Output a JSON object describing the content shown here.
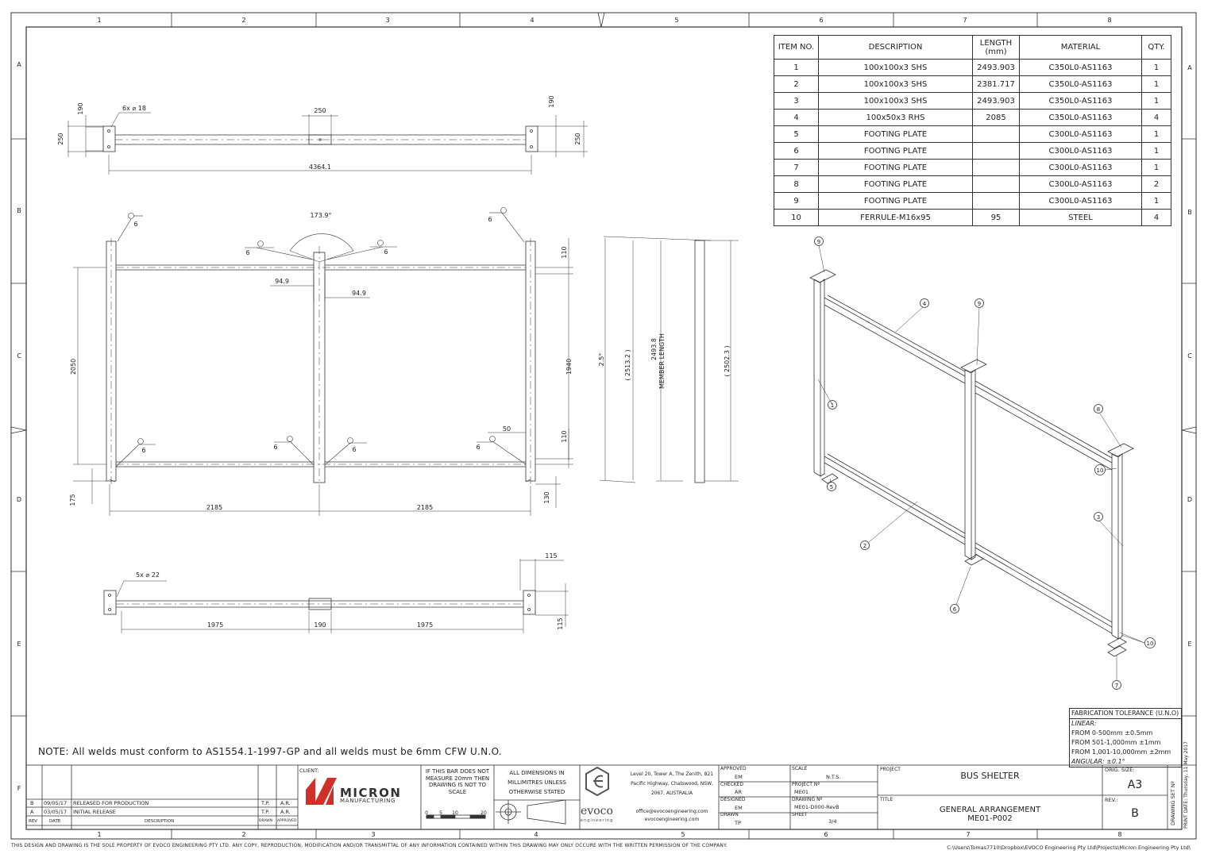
{
  "grid": {
    "cols": [
      "1",
      "2",
      "3",
      "4",
      "5",
      "6",
      "7",
      "8"
    ],
    "rows": [
      "A",
      "B",
      "C",
      "D",
      "E",
      "F"
    ]
  },
  "bom": {
    "headers": [
      "ITEM NO.",
      "DESCRIPTION",
      "LENGTH (mm)",
      "MATERIAL",
      "QTY."
    ],
    "rows": [
      [
        "1",
        "100x100x3 SHS",
        "2493.903",
        "C350L0-AS1163",
        "1"
      ],
      [
        "2",
        "100x100x3 SHS",
        "2381.717",
        "C350L0-AS1163",
        "1"
      ],
      [
        "3",
        "100x100x3 SHS",
        "2493.903",
        "C350L0-AS1163",
        "1"
      ],
      [
        "4",
        "100x50x3 RHS",
        "2085",
        "C350L0-AS1163",
        "4"
      ],
      [
        "5",
        "FOOTING PLATE",
        "",
        "C300L0-AS1163",
        "1"
      ],
      [
        "6",
        "FOOTING PLATE",
        "",
        "C300L0-AS1163",
        "1"
      ],
      [
        "7",
        "FOOTING PLATE",
        "",
        "C300L0-AS1163",
        "1"
      ],
      [
        "8",
        "FOOTING PLATE",
        "",
        "C300L0-AS1163",
        "2"
      ],
      [
        "9",
        "FOOTING PLATE",
        "",
        "C300L0-AS1163",
        "1"
      ],
      [
        "10",
        "FERRULE-M16x95",
        "95",
        "STEEL",
        "4"
      ]
    ]
  },
  "dims": {
    "top_hole_note": "6x ⌀ 18",
    "top_250a": "250",
    "top_190a": "190",
    "top_250b": "250",
    "top_190b": "190",
    "top_250c": "250",
    "top_len": "4364.1",
    "angle": "173.9°",
    "weld": "6",
    "d949a": "94.9",
    "d949b": "94.9",
    "h2050": "2050",
    "h1940": "1940",
    "h110a": "110",
    "h110b": "110",
    "d50": "50",
    "h175": "175",
    "h130": "130",
    "w2185a": "2185",
    "w2185b": "2185",
    "side_angle": "2.5°",
    "side_2513": "( 2513.2 )",
    "side_member": "2493.8",
    "side_member_label": "MEMBER LENGTH",
    "side_2502": "( 2502.3 )",
    "bot_hole_note": "5x ⌀ 22",
    "bot_115a": "115",
    "bot_115b": "115",
    "bot_1975a": "1975",
    "bot_190": "190",
    "bot_1975b": "1975"
  },
  "balloons": [
    "9",
    "4",
    "9",
    "1",
    "8",
    "10",
    "5",
    "3",
    "2",
    "6",
    "10",
    "7"
  ],
  "note": "NOTE: All welds must conform to AS1554.1-1997-GP and all welds must be 6mm CFW U.N.O.",
  "tolerance": {
    "title": "FABRICATION TOLERANCE (U.N.O)",
    "linear": "LINEAR:",
    "l1": "FROM 0-500mm ±0.5mm",
    "l2": "FROM 501-1,000mm ±1mm",
    "l3": "FROM 1,001-10,000mm ±2mm",
    "angular": "ANGULAR: ±0.1°"
  },
  "revisions": [
    {
      "rev": "B",
      "date": "09/05/17",
      "desc": "RELEASED FOR PRODUCTION",
      "drawn": "T.P.",
      "approved": "A.R."
    },
    {
      "rev": "A",
      "date": "03/05/17",
      "desc": "INITIAL RELEASE",
      "drawn": "T.P.",
      "approved": "A.R."
    }
  ],
  "rev_headers": {
    "rev": "REV",
    "date": "DATE",
    "desc": "DESCRIPTION",
    "drawn": "DRAWN",
    "approved": "APPROVED"
  },
  "title_block": {
    "client_label": "CLIENT:",
    "client_name": "MICRON",
    "client_sub": "MANUFACTURING",
    "scale_bar_note": "IF THIS BAR DOES NOT MEASURE 20mm THEN DRAWING IS NOT TO SCALE",
    "scale_ticks": [
      "0",
      "5",
      "10",
      "20"
    ],
    "dims_note": "ALL DIMENSIONS IN MILLIMITRES UNLESS OTHERWISE STATED",
    "firm_logo": "evoco",
    "firm_sub": "engineering",
    "firm_address": "Level 20, Tower A, The Zenith, 821 Pacific Highway, Chatswood, NSW, 2067, AUSTRALIA",
    "firm_email": "office@evocoengineering.com",
    "firm_web": "evocoengineering.com",
    "approved_label": "APPROVED",
    "approved": "EM",
    "checked_label": "CHECKED",
    "checked": "AR",
    "designed_label": "DESIGNED",
    "designed": "EM",
    "drawn_label": "DRAWN",
    "drawn": "TP",
    "scale_label": "SCALE",
    "scale": "N.T.S.",
    "project_no_label": "PROJECT Nº",
    "project_no": "ME01",
    "drawing_no_label": "DRAWING Nº",
    "drawing_no": "ME01-D000-RevB",
    "sheet_label": "SHEET",
    "sheet": "3/4",
    "project_label": "PROJECT",
    "project": "BUS SHELTER",
    "title_label": "TITLE",
    "title1": "GENERAL ARRANGEMENT",
    "title2": "ME01-P002",
    "size_label": "ORIG. SIZE:",
    "size": "A3",
    "rev_label": "REV.:",
    "rev": "B",
    "drawing_set": "DRAWING SET Nº",
    "print_date": "PRINT DATE: Thursday, 11 May 2017"
  },
  "footer": "THIS DESIGN AND DRAWING IS THE SOLE PROPERTY OF EVOCO ENGINEERING PTY LTD. ANY COPY, REPRODUCTION, MODIFICATION AND/OR TRANSMITTAL OF ANY INFORMATION CONTAINED WITHIN THIS DRAWING MAY ONLY OCCURE WITH THE WRITTEN PERMISSION OF THE COMPANY.",
  "file_path": "C:\\Users\\Tomas7710\\Dropbox\\EVOCO Engineering Pty Ltd\\Projects\\Micron Engineering Pty Ltd\\"
}
